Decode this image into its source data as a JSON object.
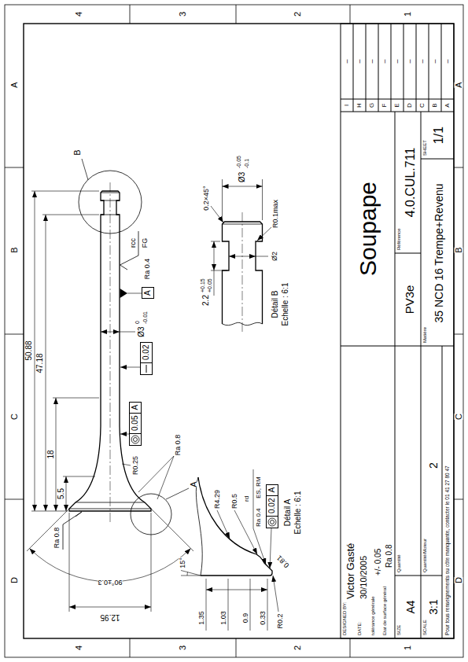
{
  "diagram": {
    "nodes": [
      {
        "text": [
          "0.05",
          "A"
        ]
      },
      {
        "text": [
          "0.02"
        ]
      },
      {
        "text": [
          "A"
        ]
      },
      {
        "text": [
          "0.02",
          "A"
        ]
      }
    ],
    "labels": [
      "D",
      "C",
      "B",
      "A",
      "D",
      "C",
      "B",
      "A",
      "4",
      "3",
      "2",
      "1",
      "4",
      "3",
      "2",
      "1",
      "50.88",
      "47.18",
      "18",
      "5.5",
      "B",
      "Ø3",
      "0",
      "-0.01",
      "rcc",
      "Ra 0.4",
      "FG",
      "R0.25",
      "Ra 0.8",
      "Ra 0.8",
      "A",
      "90°±0.3",
      "12.95",
      "0.2×45°",
      "Ø2",
      "2.2",
      "+0.15",
      "+0.05",
      "Ø3",
      "-0.05",
      "-0.1",
      "R0.1max",
      "Détail B",
      "Echelle : 6:1",
      "15°",
      "R4.29",
      "R0.5",
      "rd",
      "Ra 0.4",
      "ES, RM",
      "1.35",
      "1.03",
      "0.9",
      "0.33",
      "0.81",
      "R0.2",
      "Détail A",
      "Echelle : 6:1",
      "DESIGNED BY:",
      "Victor Gasté",
      "DATE:",
      "30/10/2005",
      "tolérance générale",
      "+/- 0.05",
      "Etat de surface général",
      "Ra 0.8",
      "SIZE",
      "A4",
      "Quantité",
      "SCALE",
      "3:1",
      "Quantité/Moteur",
      "2",
      "Matière",
      "35 NCD 16 Trempe+Revenu",
      "Soupape",
      "PV3e",
      "Référence",
      "4.0.CUL.711",
      "SHEET",
      "1/1",
      "Pour tous renseignements ou côte manquante, contacter le 01 41 27 80 47",
      "I",
      "–",
      "H",
      "–",
      "G",
      "–",
      "F",
      "–",
      "E",
      "–",
      "D",
      "–",
      "C",
      "–",
      "B",
      "–",
      "A",
      "–"
    ]
  }
}
